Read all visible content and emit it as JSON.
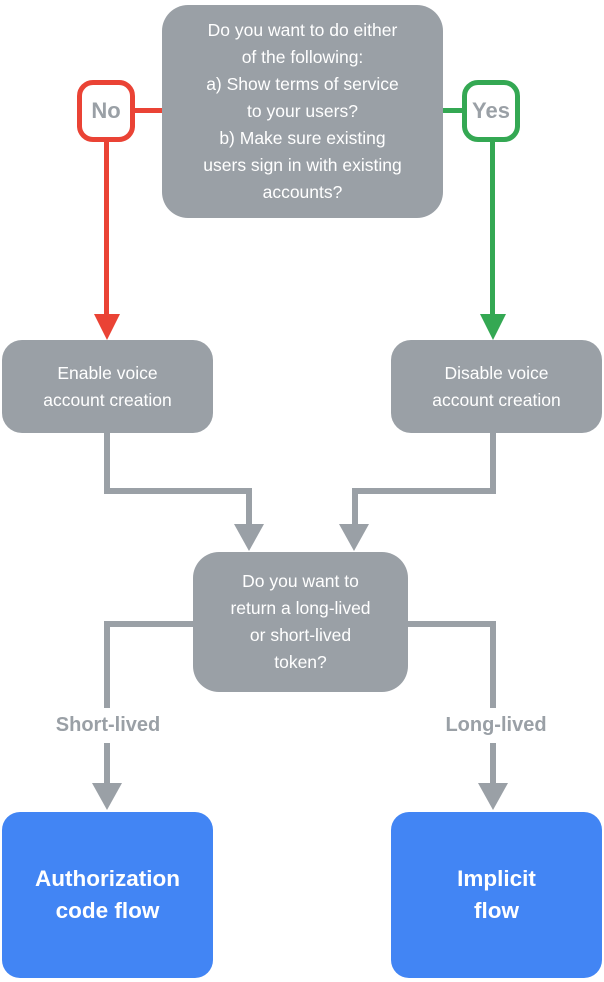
{
  "palette": {
    "node_gray": "#9AA0A6",
    "branch_red": "#EA4335",
    "branch_green": "#34A853",
    "terminal_blue": "#4285F4",
    "node_text": "#FFFFFF",
    "label_text": "#9AA0A6",
    "background": "#FFFFFF"
  },
  "flowchart": {
    "question1": "Do you want to do either\nof the following:\na) Show terms of service\nto your users?\nb) Make sure existing\nusers sign in with existing\naccounts?",
    "no_label": "No",
    "yes_label": "Yes",
    "enable_node": "Enable voice\naccount creation",
    "disable_node": "Disable voice\naccount creation",
    "question2": "Do you want to\nreturn a long-lived\nor short-lived\ntoken?",
    "short_lived_label": "Short-lived",
    "long_lived_label": "Long-lived",
    "auth_code_node": "Authorization\ncode flow",
    "implicit_node": "Implicit\nflow"
  }
}
